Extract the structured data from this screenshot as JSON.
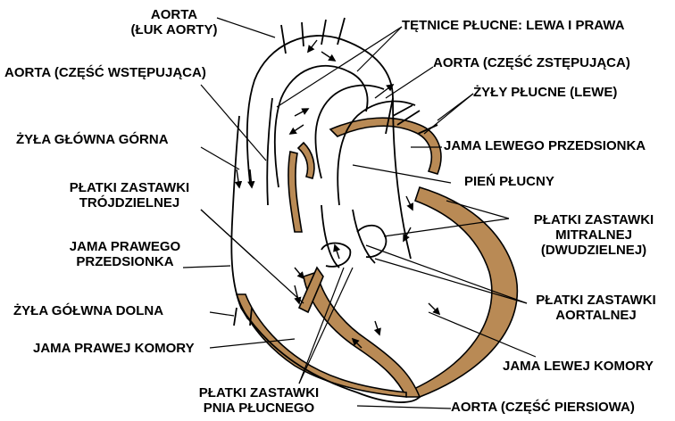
{
  "colors": {
    "muscle": "#b98a55",
    "line": "#000000",
    "background": "#ffffff"
  },
  "labels": {
    "aorta_luk": [
      "AORTA",
      "(ŁUK AORTY)"
    ],
    "aorta_wstepujaca": "AORTA (CZĘŚĆ WSTĘPUJĄCA)",
    "zyla_glowna_gorna": "ŻYŁA GŁÓWNA GÓRNA",
    "platki_trojdzielnej": [
      "PŁATKI ZASTAWKI",
      "TRÓJDZIELNEJ"
    ],
    "jama_prawego_przedsionka": [
      "JAMA PRAWEGO",
      "PRZEDSIONKA"
    ],
    "zyla_glowna_dolna": "ŻYŁA GÓŁWNA DOLNA",
    "jama_prawej_komory": "JAMA PRAWEJ KOMORY",
    "platki_pnia_plucnego": [
      "PŁATKI ZASTAWKI",
      "PNIA PŁUCNEGO"
    ],
    "tetnice_plucne": "TĘTNICE PŁUCNE: LEWA I PRAWA",
    "aorta_zstepujaca": "AORTA (CZĘŚĆ ZSTĘPUJĄCA)",
    "zyly_plucne": "ŻYŁY PŁUCNE (LEWE)",
    "jama_lewego_przedsionka": "JAMA LEWEGO PRZEDSIONKA",
    "pien_plucny": "PIEŃ PŁUCNY",
    "platki_mitralnej": [
      "PŁATKI ZASTAWKI",
      "MITRALNEJ",
      "(DWUDZIELNEJ)"
    ],
    "platki_aortalnej": [
      "PŁATKI ZASTAWKI",
      "AORTALNEJ"
    ],
    "jama_lewej_komory": "JAMA LEWEJ KOMORY",
    "aorta_piersiowa": "AORTA (CZĘŚĆ PIERSIOWA)"
  }
}
